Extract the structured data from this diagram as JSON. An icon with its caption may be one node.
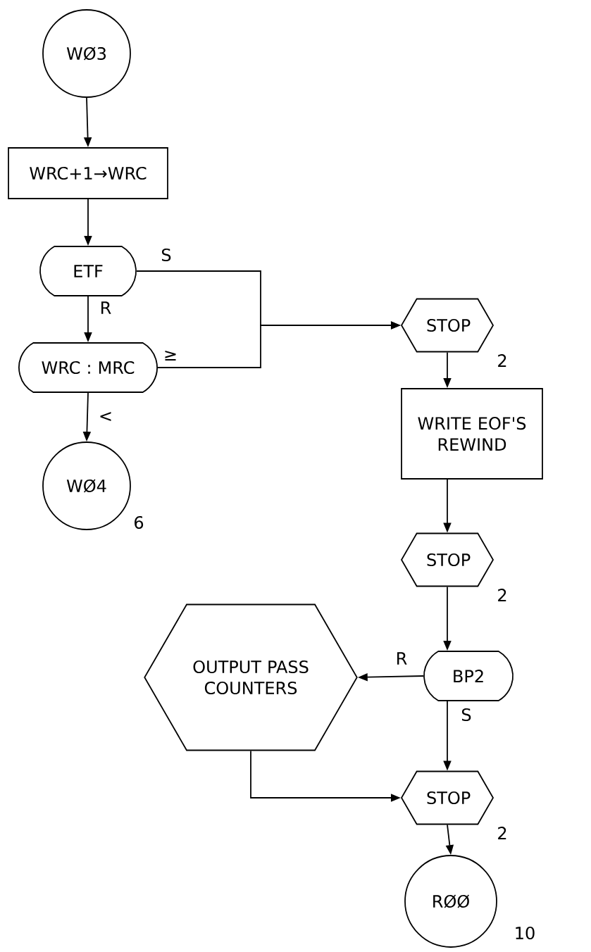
{
  "diagram": {
    "nodes": [
      {
        "text": [
          "WØ3"
        ]
      },
      {
        "text": [
          "WRC+1→WRC"
        ]
      },
      {
        "text": [
          "ETF"
        ]
      },
      {
        "text": [
          "WRC : MRC"
        ]
      },
      {
        "text": [
          "WØ4"
        ],
        "beside": [
          "6"
        ]
      },
      {
        "text": [
          "STOP"
        ],
        "beside": [
          "2"
        ]
      },
      {
        "text": [
          "WRITE EOF'S REWIND"
        ]
      },
      {
        "text": [
          "STOP"
        ],
        "beside": [
          "2"
        ]
      },
      {
        "text": [
          "OUTPUT PASS COUNTERS"
        ]
      },
      {
        "text": [
          "BP2"
        ]
      },
      {
        "text": [
          "STOP"
        ],
        "beside": [
          "2"
        ]
      },
      {
        "text": [
          "RØØ"
        ],
        "beside": [
          "10"
        ]
      }
    ],
    "edges": [
      {
        "from": 0,
        "to": 1,
        "arrow": "to"
      },
      {
        "from": 1,
        "to": 2,
        "arrow": "to"
      },
      {
        "from": 2,
        "to": 3,
        "arrow": "to",
        "label": "R"
      },
      {
        "from": 3,
        "to": 4,
        "arrow": "to",
        "label": "<"
      },
      {
        "from": 2,
        "to": 5,
        "arrow": "to",
        "label": "S"
      },
      {
        "from": 3,
        "to": 5,
        "arrow": "to",
        "label": "≥"
      },
      {
        "from": 5,
        "to": 6,
        "arrow": "to"
      },
      {
        "from": 6,
        "to": 7,
        "arrow": "to"
      },
      {
        "from": 7,
        "to": 9,
        "arrow": "to"
      },
      {
        "from": 9,
        "to": 8,
        "arrow": "to",
        "label": "R"
      },
      {
        "from": 9,
        "to": 10,
        "arrow": "to",
        "label": "S"
      },
      {
        "from": 8,
        "to": 10,
        "arrow": "to"
      },
      {
        "from": 10,
        "to": 11,
        "arrow": "to"
      }
    ]
  }
}
